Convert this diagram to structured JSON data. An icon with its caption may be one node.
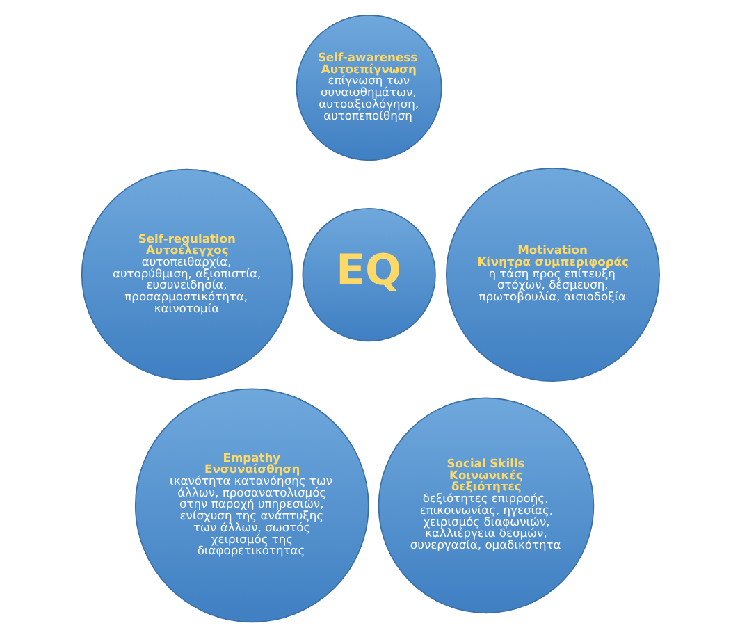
{
  "diagram": {
    "nodes": [
      {
        "text": [
          "Self-awareness",
          "Αυτοεπίγνωση",
          "επίγνωση των συναισθημάτων, αυτοαξιολόγηση, αυτοπεποίθηση"
        ]
      },
      {
        "text": [
          "Self-regulation",
          "Αυτοέλεγχος",
          "αυτοπειθαρχία, αυτορύθμιση, αξιοπιστία, ευσυνειδησία, προσαρμοστικότητα, καινοτομία"
        ]
      },
      {
        "text": [
          "Motivation",
          "Κίνητρα συμπεριφοράς",
          "η τάση προς επίτευξη στόχων, δέσμευση, πρωτοβουλία, αισιοδοξία"
        ]
      },
      {
        "text": [
          "EQ"
        ]
      },
      {
        "text": [
          "Empathy",
          "Ενσυναίσθηση",
          "ικανότητα κατανόησης των άλλων, προσανατολισμός στην παροχή υπηρεσιών, ενίσχυση της ανάπτυξης των άλλων, σωστός χειρισμός της διαφορετικότητας"
        ]
      },
      {
        "text": [
          "Social Skills",
          "Κοινωνικές δεξιότητες",
          "δεξιότητες επιρροής, επικοινωνίας, ηγεσίας, χειρισμός διαφωνιών, καλλιέργεια δεσμών, συνεργασία, ομαδικότητα"
        ]
      }
    ]
  }
}
